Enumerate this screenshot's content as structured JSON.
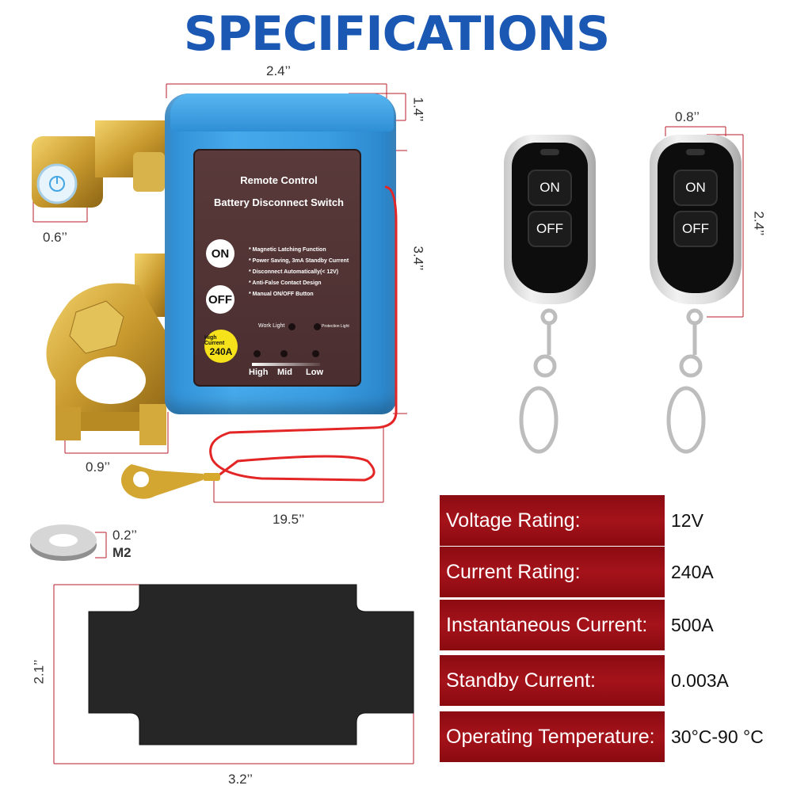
{
  "title": "SPECIFICATIONS",
  "dimensions": {
    "box_width": "2.4’’",
    "box_depth": "1.4’’",
    "box_height": "3.4’’",
    "knob": "0.6’’",
    "clamp": "0.9’’",
    "wire": "19.5’’",
    "remote_width": "0.8’’",
    "remote_height": "2.4’’",
    "washer_thickness": "0.2’’",
    "washer_size": "M2",
    "gasket_height": "2.1’’",
    "gasket_width": "3.2’’"
  },
  "panel": {
    "title_line1": "Remote Control",
    "title_line2": "Battery Disconnect Switch",
    "on_label": "ON",
    "off_label": "OFF",
    "features": [
      "* Magnetic Latching Function",
      "* Power Saving, 3mA Standby Current",
      "* Disconnect Automatically(< 12V)",
      "* Anti-False Contact Design",
      "* Manual ON/OFF Button"
    ],
    "badge_small": "High Current",
    "badge_big": "240A",
    "work_light": "Work Light",
    "protection_light": "Protection Light",
    "levels": [
      "High",
      "Mid",
      "Low"
    ]
  },
  "remote": {
    "on_label": "ON",
    "off_label": "OFF"
  },
  "specs": [
    {
      "label": "Voltage Rating:",
      "value": "12V"
    },
    {
      "label": "Current Rating:",
      "value": "240A"
    },
    {
      "label": "Instantaneous Current:",
      "value": "500A"
    },
    {
      "label": "Standby Current:",
      "value": "0.003A"
    },
    {
      "label": "Operating Temperature:",
      "value": "30°C-90 °C"
    }
  ],
  "colors": {
    "title_blue": "#1a58b4",
    "spec_red": "#a5131a",
    "dimension_line": "#b71c2a",
    "box_blue": "#3a9de2"
  }
}
